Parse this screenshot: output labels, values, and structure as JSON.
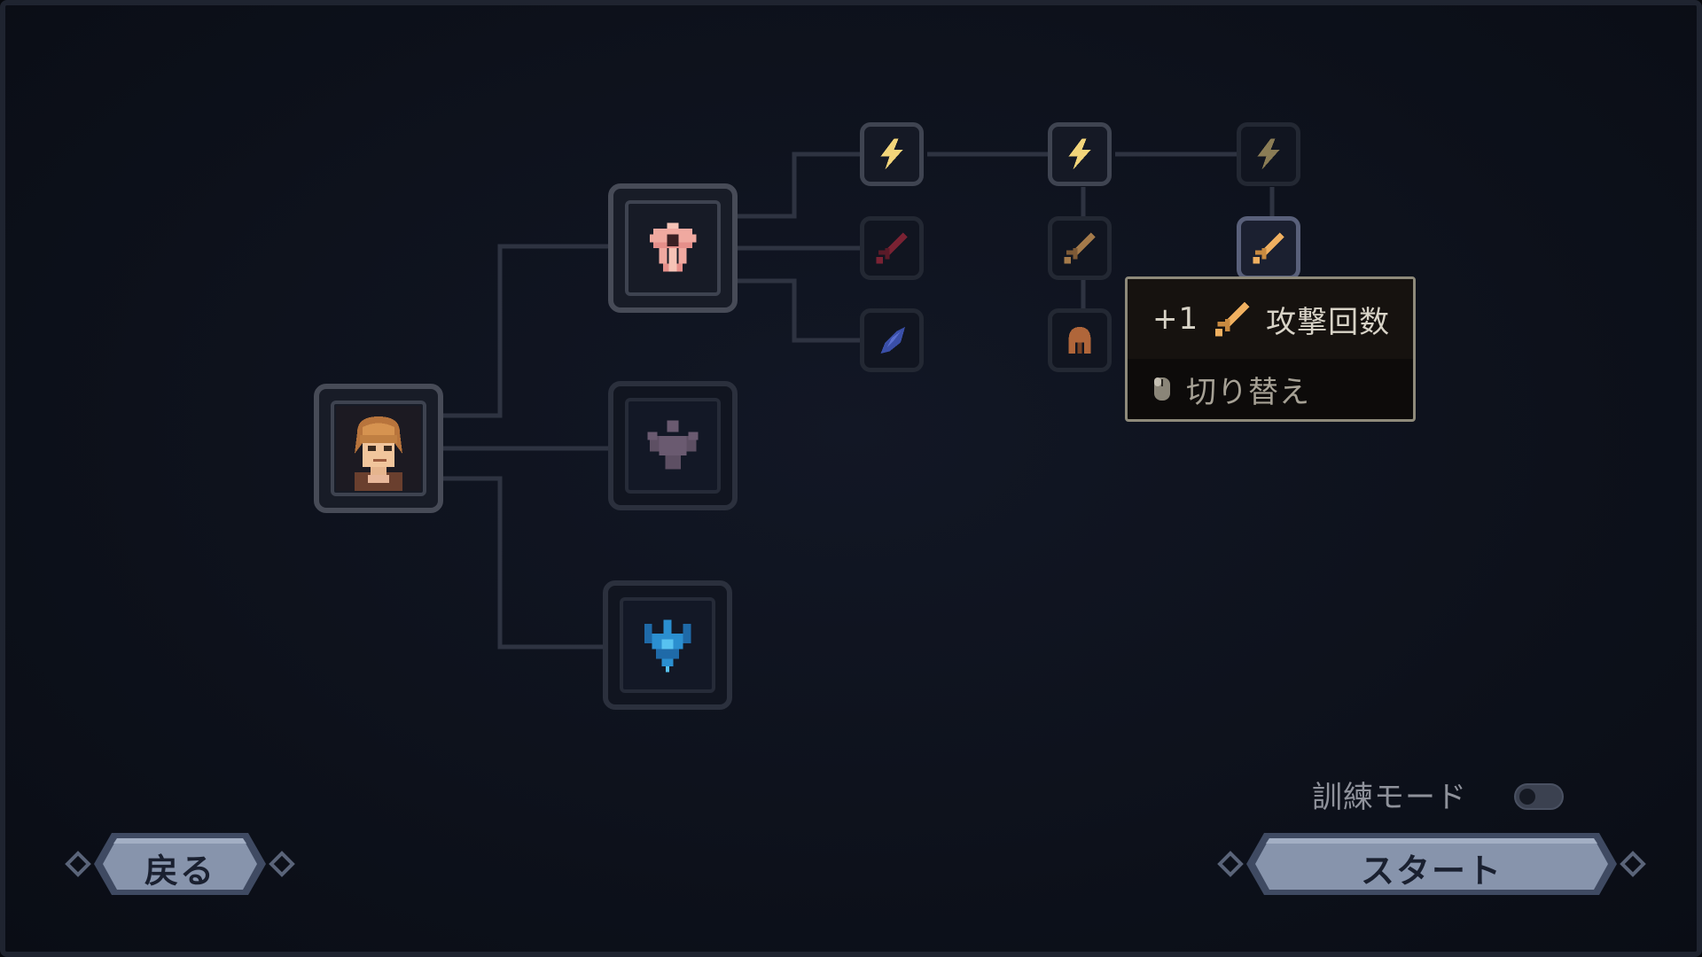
{
  "tooltip": {
    "bonus": "+1",
    "stat_icon": "sword-icon",
    "stat_label": "攻撃回数",
    "control_icon": "mouse-icon",
    "control_label": "切り替え"
  },
  "training_mode": {
    "label": "訓練モード",
    "enabled": false
  },
  "buttons": {
    "back_label": "戻る",
    "start_label": "スタート"
  },
  "tree": {
    "root": {
      "icon": "hero-portrait",
      "state": "selected"
    },
    "classes": [
      {
        "icon": "winged-emblem-icon",
        "state": "active",
        "color": "#f0a9a0"
      },
      {
        "icon": "strongman-icon",
        "state": "locked",
        "color": "#6a5a70"
      },
      {
        "icon": "blue-crest-icon",
        "state": "locked",
        "color": "#2b8fd0"
      }
    ],
    "upgrades": [
      {
        "icon": "lightning-icon",
        "state": "unlocked",
        "color": "#f3d57a"
      },
      {
        "icon": "lightning-icon",
        "state": "unlocked",
        "color": "#f3d57a"
      },
      {
        "icon": "lightning-icon",
        "state": "locked",
        "color": "#8a7c55"
      },
      {
        "icon": "sword-icon",
        "state": "locked",
        "color": "#7a2233"
      },
      {
        "icon": "sword-icon",
        "state": "locked",
        "color": "#a47a4a"
      },
      {
        "icon": "sword-icon",
        "state": "selected",
        "color": "#f0b060"
      },
      {
        "icon": "feather-icon",
        "state": "locked",
        "color": "#3a4fa8"
      },
      {
        "icon": "helmet-icon",
        "state": "locked",
        "color": "#b0663a"
      }
    ]
  },
  "colors": {
    "button_fill": "#8794ac",
    "button_border": "#3f4a62",
    "line": "#2e3341",
    "line_active": "#3d4250"
  }
}
